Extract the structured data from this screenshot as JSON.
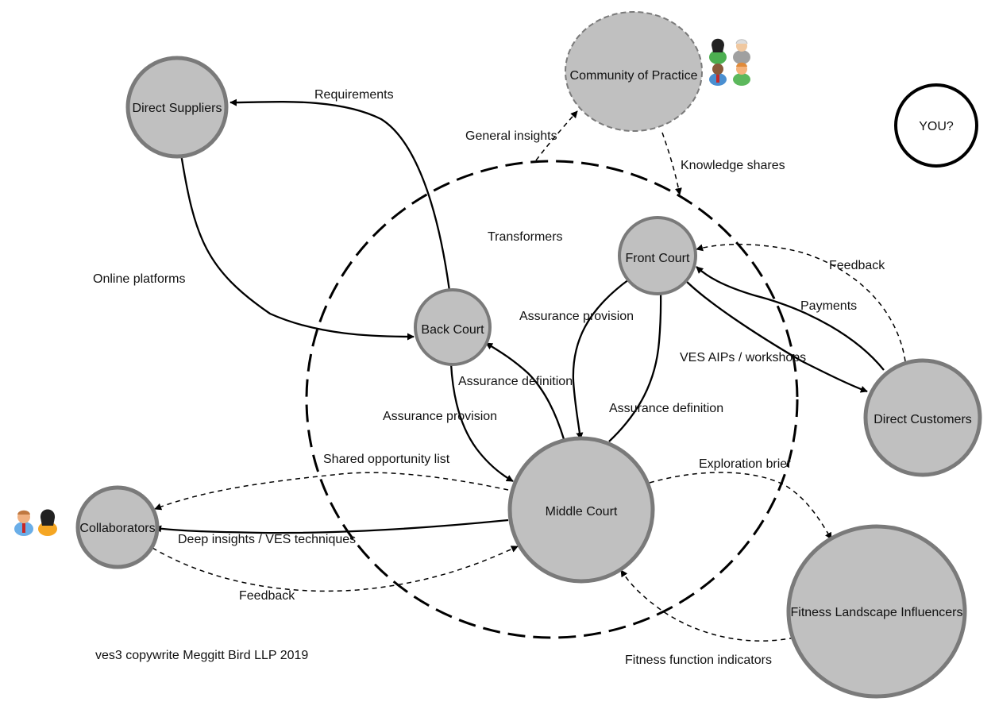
{
  "diagram": {
    "group_label": "Transformers",
    "footer": "ves3 copywrite Meggitt Bird LLP 2019",
    "nodes": {
      "direct_suppliers": "Direct Suppliers",
      "community": "Community of Practice",
      "you": "YOU?",
      "front_court": "Front Court",
      "back_court": "Back Court",
      "middle_court": "Middle Court",
      "direct_customers": "Direct Customers",
      "collaborators": "Collaborators",
      "fitness": "Fitness Landscape Influencers"
    },
    "edges": {
      "requirements": "Requirements",
      "general_insights": "General insights",
      "knowledge_shares": "Knowledge shares",
      "online_platforms": "Online platforms",
      "feedback_customers": "Feedback",
      "payments": "Payments",
      "assurance_provision_front": "Assurance provision",
      "ves_aips": "VES AIPs /  workshops",
      "assurance_definition_back": "Assurance definition",
      "assurance_provision_back": "Assurance provision",
      "assurance_definition_front": "Assurance definition",
      "shared_opportunity": "Shared opportunity list",
      "exploration_brief": "Exploration brief",
      "deep_insights": "Deep insights / VES techniques",
      "feedback_collaborators": "Feedback",
      "fitness_indicators": "Fitness function indicators"
    }
  }
}
